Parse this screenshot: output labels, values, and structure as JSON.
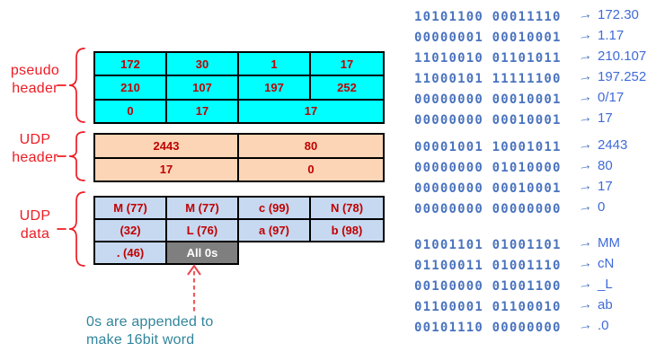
{
  "sections": [
    {
      "label_line1": "pseudo",
      "label_line2": "header"
    },
    {
      "label_line1": "UDP",
      "label_line2": "header"
    },
    {
      "label_line1": "UDP",
      "label_line2": "data"
    }
  ],
  "tables": {
    "pseudo_header": {
      "rows": [
        [
          "172",
          "30",
          "1",
          "17"
        ],
        [
          "210",
          "107",
          "197",
          "252"
        ],
        [
          "0",
          "17",
          "17"
        ]
      ]
    },
    "udp_header": {
      "rows": [
        [
          "2443",
          "80"
        ],
        [
          "17",
          "0"
        ]
      ]
    },
    "udp_data": {
      "rows": [
        [
          "M (77)",
          "M (77)",
          "c (99)",
          "N (78)"
        ],
        [
          "(32)",
          "L (76)",
          "a (97)",
          "b (98)"
        ],
        [
          ". (46)",
          "All 0s"
        ]
      ]
    }
  },
  "annotation": {
    "line1": "0s are appended to",
    "line2": "make 16bit word"
  },
  "binary_panel": {
    "arrow_glyph": "→",
    "groups": [
      {
        "lines": [
          {
            "bits": "10101100 00011110",
            "value": "172.30"
          },
          {
            "bits": "00000001 00010001",
            "value": "1.17"
          },
          {
            "bits": "11010010 01101011",
            "value": "210.107"
          },
          {
            "bits": "11000101 11111100",
            "value": "197.252"
          },
          {
            "bits": "00000000 00010001",
            "value": "0/17"
          },
          {
            "bits": "00000000 00010001",
            "value": "17"
          }
        ]
      },
      {
        "lines": [
          {
            "bits": "00001001 10001011",
            "value": "2443"
          },
          {
            "bits": "00000000 01010000",
            "value": "80"
          },
          {
            "bits": "00000000 00010001",
            "value": "17"
          },
          {
            "bits": "00000000 00000000",
            "value": "0"
          }
        ]
      },
      {
        "lines": [
          {
            "bits": "01001101 01001101",
            "value": "MM"
          },
          {
            "bits": "01100011 01001110",
            "value": "cN"
          },
          {
            "bits": "00100000 01001100",
            "value": "_L"
          },
          {
            "bits": "01100001 01100010",
            "value": "ab"
          },
          {
            "bits": "00101110 00000000",
            "value": ".0"
          }
        ]
      }
    ]
  },
  "colors": {
    "pseudo_header_fill": "#00FFFF",
    "udp_header_fill": "#FBD5B5",
    "udp_data_fill": "#C6D9F1",
    "padding_cell_fill": "#7F7F7F",
    "cell_text": "#C00000",
    "section_label_red": "#ED1C24",
    "annotation_teal": "#31859C",
    "binary_blue": "#4A73BE",
    "value_blue": "#3F6BD8"
  }
}
